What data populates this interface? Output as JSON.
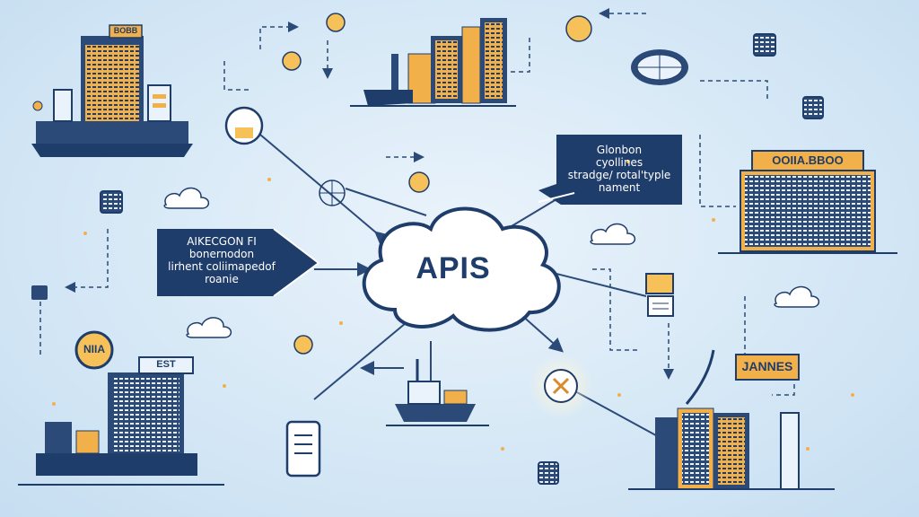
{
  "center": {
    "label": "APIS"
  },
  "callouts": {
    "left": {
      "lines": [
        "AIKECGON FI",
        "bonernodon",
        "lirhent coliimapedof",
        "roanie"
      ]
    },
    "right": {
      "lines": [
        "Glonbon",
        "cyollines",
        "stradge/ rotal'typle",
        "nament"
      ]
    }
  },
  "signs": {
    "top_right_building": "OOIIA.BBOO",
    "bottom_right_building": "JANNES",
    "bottom_left_badge": "NIIA",
    "top_left_building": "BOBB",
    "left_building_top": "EST"
  },
  "colors": {
    "navy": "#1f3d6b",
    "accent": "#f2b04a",
    "cloud_fill": "#ffffff",
    "line": "#2b4a78"
  }
}
